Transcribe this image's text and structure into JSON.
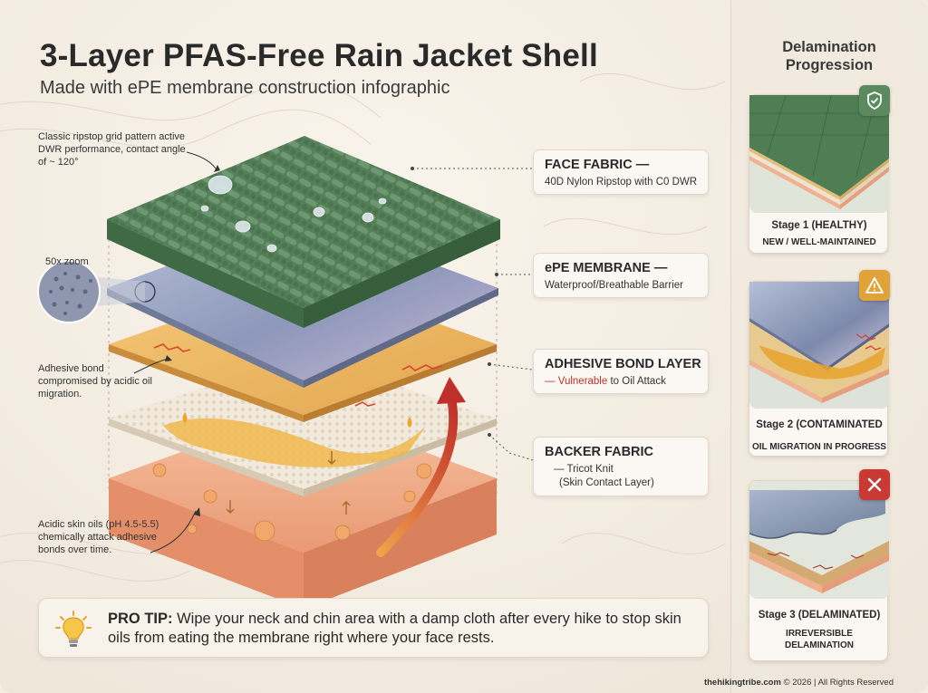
{
  "header": {
    "title": "3-Layer PFAS-Free Rain Jacket Shell",
    "subtitle": "Made with ePE membrane construction infographic"
  },
  "notes": {
    "dwr": "Classic ripstop grid pattern active DWR performance, contact angle of ~ 120°",
    "zoom": "50x zoom",
    "adhesive": "Adhesive bond compromised by acidic oil migration.",
    "oils": "Acidic skin oils (pH 4.5-5.5) chemically attack adhesive bonds over time."
  },
  "layers": {
    "face": {
      "title": "FACE FABRIC —",
      "sub": "40D Nylon Ripstop with C0 DWR"
    },
    "membrane": {
      "title": "ePE MEMBRANE —",
      "sub": "Waterproof/Breathable Barrier"
    },
    "adhesive": {
      "title": "ADHESIVE BOND LAYER",
      "sub_prefix": "— ",
      "sub_red": "Vulnerable",
      "sub_suffix": " to Oil Attack"
    },
    "backer": {
      "title": "BACKER FABRIC",
      "sub1": "— Tricot Knit",
      "sub2": "(Skin Contact Layer)"
    }
  },
  "protip": {
    "label": "PRO TIP:",
    "text": " Wipe your neck and chin area with a damp cloth after every hike to stop skin oils from eating the membrane right where your face rests."
  },
  "sidebar": {
    "title": "Delamination Progression",
    "stages": [
      {
        "label": "Stage 1 (HEALTHY)",
        "sub": "NEW / WELL-MAINTAINED",
        "badge": "shield-check-icon",
        "color": "#5a8a5e"
      },
      {
        "label": "Stage 2 (CONTAMINATED",
        "sub": "OIL MIGRATION IN PROGRESS",
        "badge": "warning-triangle-icon",
        "color": "#e0a33a"
      },
      {
        "label": "Stage 3 (DELAMINATED)",
        "sub": "IRREVERSIBLE DELAMINATION",
        "badge": "close-x-icon",
        "color": "#c93a34"
      }
    ]
  },
  "footer": {
    "site": "thehikingtribe.com",
    "rights": " © 2026 | All Rights Reserved"
  },
  "colors": {
    "face": "#4f7a52",
    "membrane": "#9aa6c4",
    "adhesive": "#e8b45a",
    "backer": "#efe6d6",
    "skin": "#f2b08e",
    "alert": "#c0302a"
  }
}
